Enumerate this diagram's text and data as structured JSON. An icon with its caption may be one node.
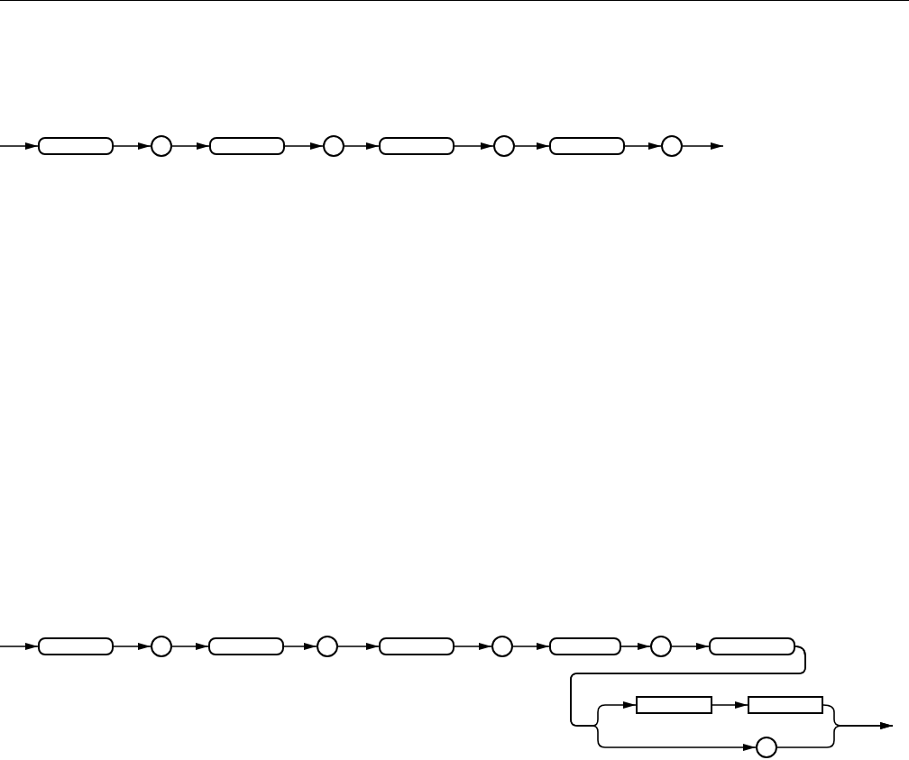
{
  "diagram": {
    "nodes": [
      {
        "text": [],
        "shape": "pill"
      },
      {
        "text": [],
        "shape": "circle"
      },
      {
        "text": [],
        "shape": "pill"
      },
      {
        "text": [],
        "shape": "circle"
      },
      {
        "text": [],
        "shape": "pill"
      },
      {
        "text": [],
        "shape": "circle"
      },
      {
        "text": [],
        "shape": "pill"
      },
      {
        "text": [],
        "shape": "circle"
      },
      {
        "text": [],
        "shape": "pill"
      },
      {
        "text": [],
        "shape": "circle"
      },
      {
        "text": [],
        "shape": "pill"
      },
      {
        "text": [],
        "shape": "circle"
      },
      {
        "text": [],
        "shape": "pill"
      },
      {
        "text": [],
        "shape": "circle"
      },
      {
        "text": [],
        "shape": "pill"
      },
      {
        "text": [],
        "shape": "circle"
      },
      {
        "text": [],
        "shape": "pill"
      },
      {
        "text": [],
        "shape": "box"
      },
      {
        "text": [],
        "shape": "box"
      },
      {
        "text": [],
        "shape": "circle"
      }
    ],
    "edges": [
      {
        "from": null,
        "to": 0,
        "arrow": "to"
      },
      {
        "from": 0,
        "to": 1,
        "arrow": "to"
      },
      {
        "from": 1,
        "to": 2,
        "arrow": "to"
      },
      {
        "from": 2,
        "to": 3,
        "arrow": "to"
      },
      {
        "from": 3,
        "to": 4,
        "arrow": "to"
      },
      {
        "from": 4,
        "to": 5,
        "arrow": "to"
      },
      {
        "from": 5,
        "to": 6,
        "arrow": "to"
      },
      {
        "from": 6,
        "to": 7,
        "arrow": "to"
      },
      {
        "from": 7,
        "to": null,
        "arrow": "to"
      },
      {
        "from": null,
        "to": 8,
        "arrow": "to"
      },
      {
        "from": 8,
        "to": 9,
        "arrow": "to"
      },
      {
        "from": 9,
        "to": 10,
        "arrow": "to"
      },
      {
        "from": 10,
        "to": 11,
        "arrow": "to"
      },
      {
        "from": 11,
        "to": 12,
        "arrow": "to"
      },
      {
        "from": 12,
        "to": 13,
        "arrow": "to"
      },
      {
        "from": 13,
        "to": 14,
        "arrow": "to"
      },
      {
        "from": 14,
        "to": 15,
        "arrow": "to"
      },
      {
        "from": 15,
        "to": 16,
        "arrow": "to"
      },
      {
        "from": 16,
        "to": 17,
        "arrow": "to"
      },
      {
        "from": 16,
        "to": 19,
        "arrow": "to"
      },
      {
        "from": 17,
        "to": 18,
        "arrow": "to"
      },
      {
        "from": 18,
        "to": null,
        "arrow": "to"
      },
      {
        "from": 19,
        "to": null,
        "arrow": "to"
      }
    ]
  }
}
